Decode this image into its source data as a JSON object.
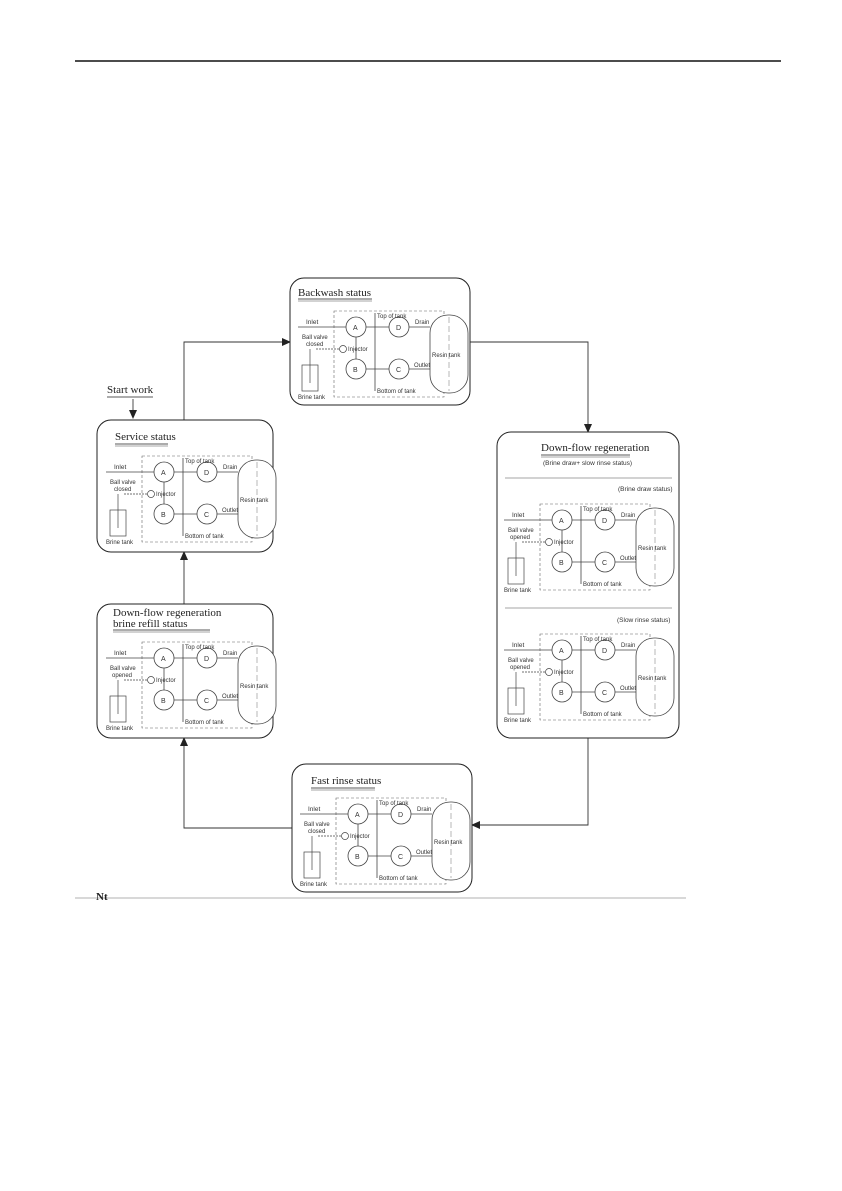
{
  "start_label": "Start work",
  "note_fragment": "Nt",
  "labels": {
    "inlet": "Inlet",
    "ball_valve_closed_1": "Ball valve",
    "ball_valve_closed_2": "closed",
    "ball_valve_opened_1": "Ball valve",
    "ball_valve_opened_2": "opened",
    "injector": "Injector",
    "brine_tank": "Brine tank",
    "top_of_tank": "Top of tank",
    "bottom_of_tank": "Bottom of tank",
    "drain": "Drain",
    "outlet": "Outlet",
    "resin_tank": "Resin tank"
  },
  "valves": [
    "A",
    "B",
    "C",
    "D"
  ],
  "panels": {
    "backwash": {
      "title": "Backwash status"
    },
    "service": {
      "title": "Service status"
    },
    "refill": {
      "title_line1": "Down-flow regeneration",
      "title_line2": "brine refill status"
    },
    "fast_rinse": {
      "title": "Fast rinse status"
    },
    "regen": {
      "title": "Down-flow regeneration",
      "subtitle": "(Brine draw+ slow rinse status)",
      "brine_draw": "(Brine draw status)",
      "slow_rinse": "(Slow rinse status)"
    }
  }
}
